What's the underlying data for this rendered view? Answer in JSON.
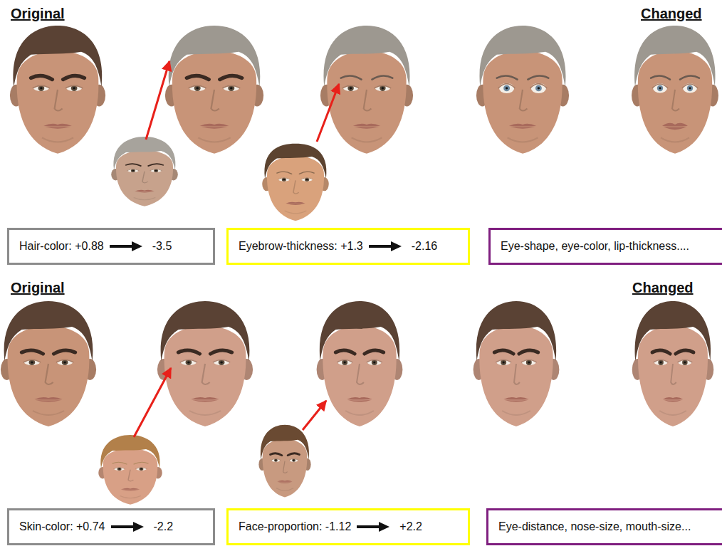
{
  "diagram": {
    "nodes": [
      {
        "text": [
          "Hair-color: +0.88",
          "-3.5"
        ]
      },
      {
        "text": [
          "Eyebrow-thickness: +1.3",
          "-2.16"
        ]
      },
      {
        "text": [
          "Eye-shape, eye-color, lip-thickness...."
        ]
      },
      {
        "text": [
          "Skin-color: +0.74",
          "-2.2"
        ]
      },
      {
        "text": [
          "Face-proportion: -1.12",
          "+2.2"
        ]
      },
      {
        "text": [
          "Eye-distance, nose-size, mouth-size..."
        ]
      }
    ],
    "labels": [
      "Original",
      "Changed",
      "Original",
      "Changed"
    ]
  }
}
